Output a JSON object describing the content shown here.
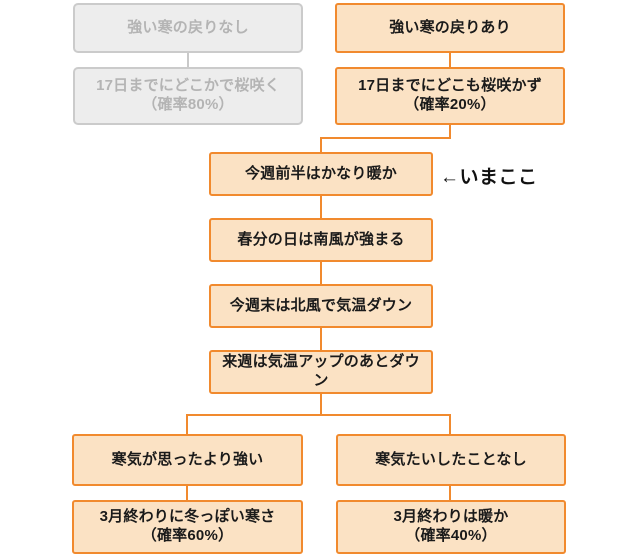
{
  "diagram": {
    "title_text": "",
    "colors": {
      "active_border": "#F18A2E",
      "active_fill": "#FBE2C4",
      "inactive_border": "#CBCBCB",
      "inactive_fill": "#EDEDED",
      "inactive_text": "#B4B4B4",
      "active_text": "#1A1A1A",
      "connector": "#F18A2E",
      "connector_inactive": "#C9C9C9",
      "background": "#FFFFFF"
    },
    "nodes": {
      "inactive_top": "強い寒の戻りなし",
      "inactive_second": "17日までにどこかで桜咲く\n（確率80%）",
      "active_top": "強い寒の戻りあり",
      "active_second": "17日までにどこも桜咲かず\n（確率20%）",
      "week_first_half": "今週前半はかなり暖か",
      "equinox_south_wind": "春分の日は南風が強まる",
      "weekend_north_wind": "今週末は北風で気温ダウン",
      "next_week_up_down": "来週は気温アップのあとダウン",
      "cold_stronger": "寒気が思ったより強い",
      "cold_weak": "寒気たいしたことなし",
      "end_march_wintry": "3月終わりに冬っぽい寒さ\n（確率60%）",
      "end_march_warm": "3月終わりは暖か\n（確率40%）"
    },
    "annotation": {
      "current_position": "←いまここ"
    }
  }
}
